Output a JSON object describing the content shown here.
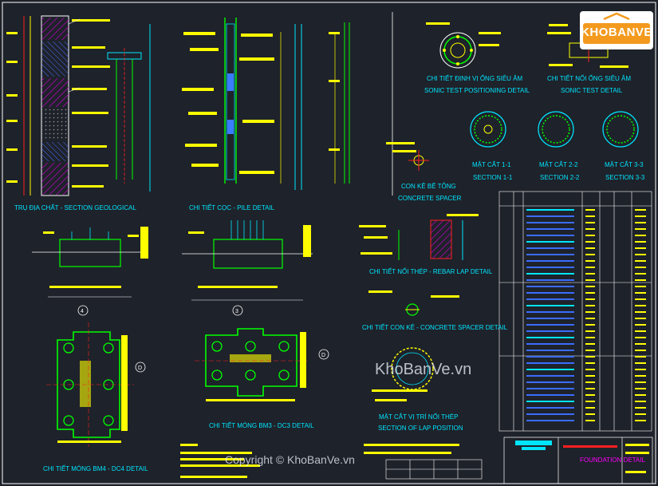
{
  "brand": {
    "logo_text": "KHOBANVE",
    "watermark_url": "KhoBanVe.vn",
    "copyright": "Copyright © KhoBanVe.vn"
  },
  "colors": {
    "background": "#1e222a",
    "cad_yellow": "#ffff00",
    "cad_cyan": "#00e5ff",
    "cad_green": "#00ff00",
    "cad_red": "#ff2020",
    "cad_magenta": "#ff00ff"
  },
  "details": {
    "geological": "TRỤ ĐỊA CHẤT - SECTION GEOLOGICAL",
    "pile": "CHI TIẾT CỌC - PILE DETAIL",
    "sonic_position_1": "CHI TIẾT ĐỊNH VỊ ỐNG SIÊU ÂM",
    "sonic_position_2": "SONIC TEST POSITIONING DETAIL",
    "sonic_joint_1": "CHI TIẾT NỐI ỐNG SIÊU ÂM",
    "sonic_joint_2": "SONIC TEST DETAIL",
    "spacer_1": "CON KÊ BÊ TÔNG",
    "spacer_2": "CONCRETE SPACER",
    "sec11_1": "MẶT CẮT 1-1",
    "sec11_2": "SECTION 1-1",
    "sec22_1": "MẶT CẮT 2-2",
    "sec22_2": "SECTION 2-2",
    "sec33_1": "MẶT CẮT 3-3",
    "sec33_2": "SECTION 3-3",
    "rebar_lap": "CHI TIẾT NỐI THÉP - REBAR LAP DETAIL",
    "concrete_spacer_detail": "CHI TIẾT CON KÊ - CONCRETE SPACER DETAIL",
    "lap_pos_1": "MẶT CẮT VỊ TRÍ NỐI THÉP",
    "lap_pos_2": "SECTION OF LAP POSITION",
    "dc4": "CHI TIẾT MÓNG BM4 - DC4 DETAIL",
    "dc3": "CHI TIẾT MÓNG BM3 - DC3 DETAIL",
    "foundation": "FOUNDATION DETAIL"
  },
  "section_marks": {
    "dc4_plan": "D",
    "dc3_plan": "D",
    "dc4_elev": "4",
    "dc3_elev": "3"
  }
}
